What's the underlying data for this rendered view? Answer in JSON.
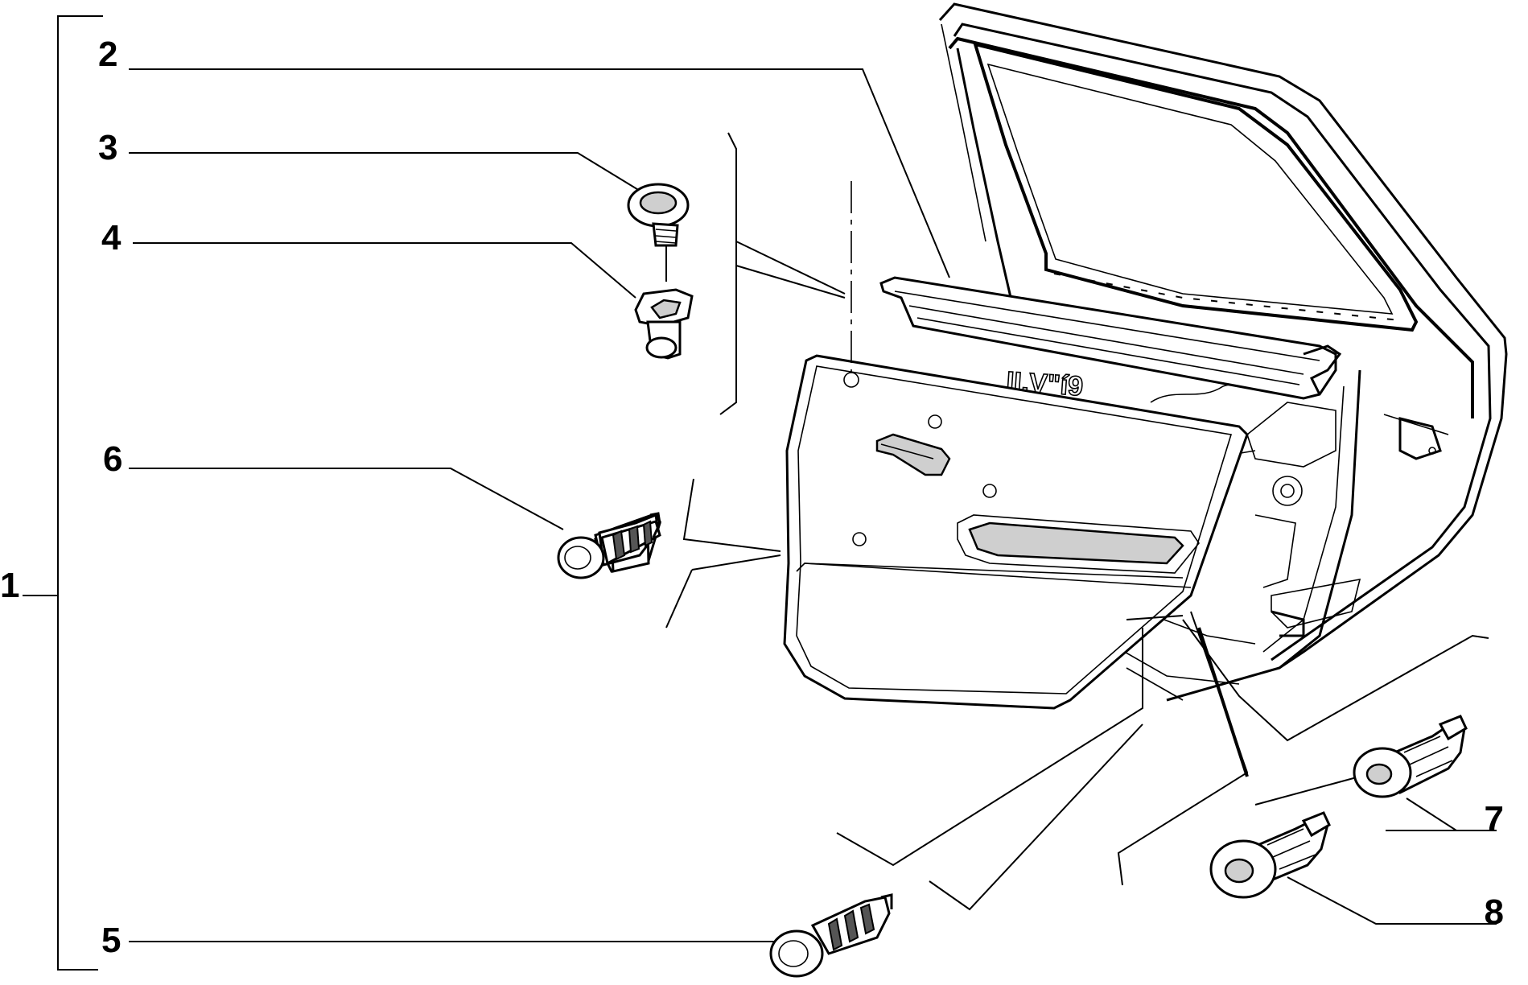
{
  "callouts": [
    {
      "id": "1",
      "label": "1"
    },
    {
      "id": "2",
      "label": "2"
    },
    {
      "id": "3",
      "label": "3"
    },
    {
      "id": "4",
      "label": "4"
    },
    {
      "id": "5",
      "label": "5"
    },
    {
      "id": "6",
      "label": "6"
    },
    {
      "id": "7",
      "label": "7"
    },
    {
      "id": "8",
      "label": "8"
    }
  ],
  "panel_marking": "II.V\"í9"
}
